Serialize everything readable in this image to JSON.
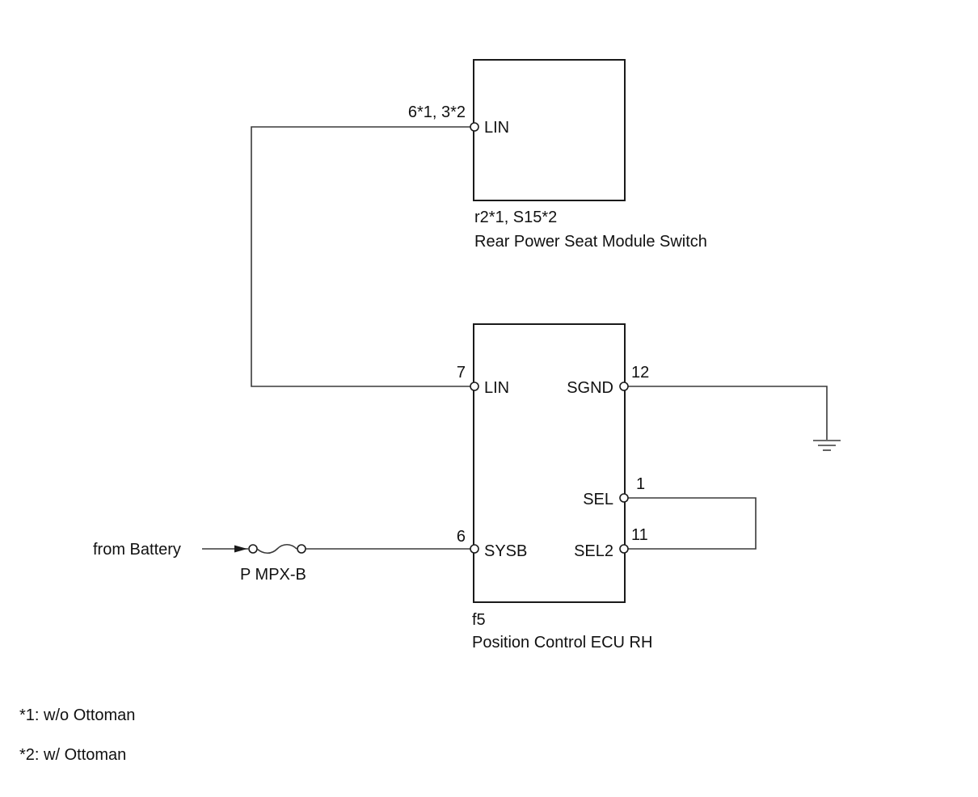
{
  "components": {
    "switch": {
      "connector": "r2*1, S15*2",
      "name": "Rear Power Seat Module Switch",
      "pin_lin": {
        "number": "6*1, 3*2",
        "label": "LIN"
      }
    },
    "ecu": {
      "connector": "f5",
      "name": "Position Control ECU RH",
      "pin_lin": {
        "number": "7",
        "label": "LIN"
      },
      "pin_sysb": {
        "number": "6",
        "label": "SYSB"
      },
      "pin_sgnd": {
        "number": "12",
        "label": "SGND"
      },
      "pin_sel": {
        "number": "1",
        "label": "SEL"
      },
      "pin_sel2": {
        "number": "11",
        "label": "SEL2"
      }
    }
  },
  "power": {
    "source": "from Battery",
    "fuse": "P MPX-B"
  },
  "notes": [
    "*1: w/o Ottoman",
    "*2: w/ Ottoman"
  ]
}
